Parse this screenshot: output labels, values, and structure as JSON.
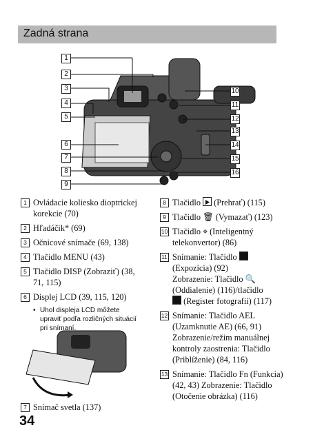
{
  "header": {
    "title": "Zadná strana"
  },
  "callouts": [
    "1",
    "2",
    "3",
    "4",
    "5",
    "6",
    "7",
    "8",
    "9",
    "10",
    "11",
    "12",
    "13",
    "14",
    "15",
    "16"
  ],
  "left_items": [
    {
      "n": "1",
      "text": "Ovládacie koliesko dioptrickej korekcie (70)"
    },
    {
      "n": "2",
      "text": "Hľadáčik* (69)"
    },
    {
      "n": "3",
      "text": "Očnicové snímače (69, 138)"
    },
    {
      "n": "4",
      "text": "Tlačidlo MENU (43)"
    },
    {
      "n": "5",
      "text": "Tlačidlo DISP (Zobraziť) (38, 71, 115)"
    },
    {
      "n": "6",
      "text": "Displej LCD (39, 115, 120)"
    }
  ],
  "lcd_note": "Uhol displeja LCD môžete upraviť podľa rozličných situácií pri snímaní.",
  "item7": {
    "n": "7",
    "text": "Snímač svetla (137)"
  },
  "right_items": [
    {
      "n": "8",
      "pre": "Tlačidlo",
      "post": "(Prehrať) (115)",
      "icon": "play-icon"
    },
    {
      "n": "9",
      "pre": "Tlačidlo",
      "post": "(Vymazať) (123)",
      "icon": "trash-icon"
    },
    {
      "n": "10",
      "pre": "Tlačidlo",
      "post": "(Inteligentný telekonvertor) (86)",
      "icon": "teleconverter-icon"
    },
    {
      "n": "11",
      "lines": [
        "Snímanie: Tlačidlo",
        "(Expozícia) (92)",
        "Zobrazenie: Tlačidlo",
        "(Oddialenie) (116)/tlačidlo",
        "(Register fotografií) (117)"
      ]
    },
    {
      "n": "12",
      "text": "Snímanie: Tlačidlo AEL (Uzamknutie AE) (66, 91) Zobrazenie/režim manuálnej kontroly zaostrenia: Tlačidlo (Priblíženie) (84, 116)"
    },
    {
      "n": "13",
      "text": "Snímanie: Tlačidlo Fn (Funkcia) (42, 43) Zobrazenie: Tlačidlo (Otočenie obrázka) (116)"
    }
  ],
  "page_number": "34"
}
